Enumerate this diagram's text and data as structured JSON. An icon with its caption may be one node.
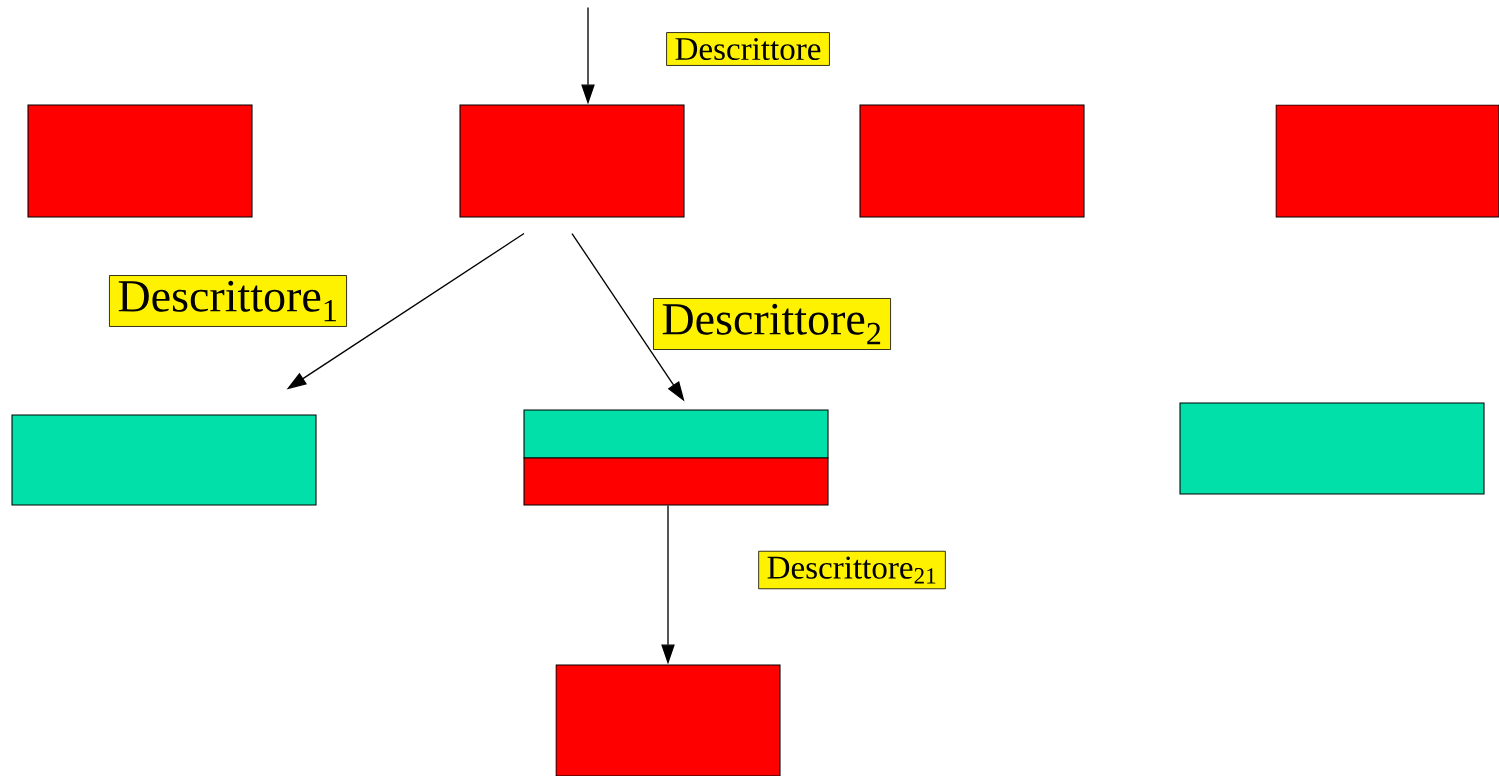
{
  "diagram": {
    "nodes": [
      {
        "text": [],
        "shape": "box"
      },
      {
        "text": [],
        "shape": "box"
      },
      {
        "text": [],
        "shape": "box"
      },
      {
        "text": [],
        "shape": "box"
      },
      {
        "text": [],
        "shape": "box"
      },
      {
        "text": [],
        "shape": "box"
      },
      {
        "text": [],
        "shape": "box"
      },
      {
        "text": [],
        "shape": "box"
      },
      {
        "text": [],
        "shape": "box"
      }
    ],
    "edges": [
      {
        "from": null,
        "to": 1,
        "arrow": "to",
        "label": "Descrittore"
      },
      {
        "from": 1,
        "to": 4,
        "arrow": "to",
        "label": "Descrittore$_{1}$"
      },
      {
        "from": 1,
        "to": 5,
        "arrow": "to",
        "label": "Descrittore$_{2}$"
      },
      {
        "from": 6,
        "to": 8,
        "arrow": "to",
        "label": "Descrittore$_{21}$"
      }
    ]
  }
}
